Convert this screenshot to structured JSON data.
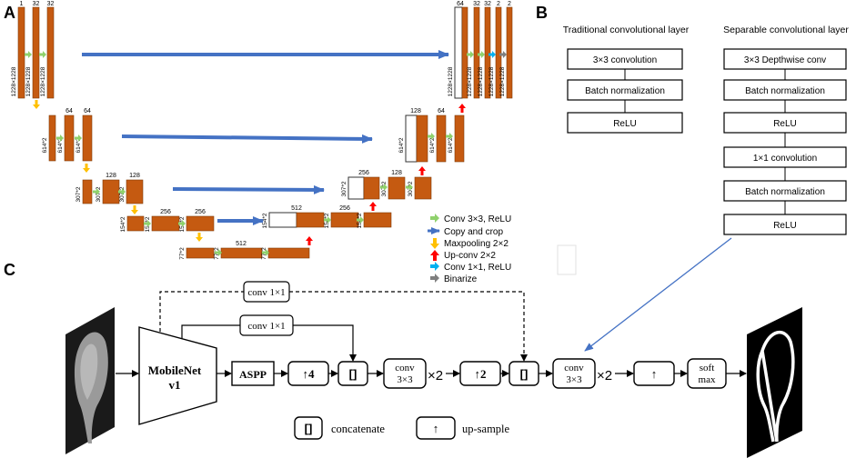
{
  "panels": {
    "a": "A",
    "b": "B",
    "c": "C"
  },
  "colors": {
    "block": "#C55A11",
    "block_edge": "#7F3A08",
    "blue_arrow": "#4472C4",
    "conv_arrow": "#8FD16C",
    "pool_arrow": "#FFC000",
    "up_arrow": "#FF0000",
    "conv1_arrow": "#00B0F0",
    "binarize_arrow": "#7F7F7F"
  },
  "unet": {
    "level1": {
      "top_labels": [
        "1",
        "32",
        "32"
      ],
      "sizes": [
        "1228×1228",
        "1228×1228",
        "1228×1228"
      ]
    },
    "level2": {
      "top_labels": [
        "64",
        "64"
      ],
      "sizes": [
        "614^2",
        "614^2",
        "614^2"
      ]
    },
    "level3": {
      "top_labels": [
        "128",
        "128"
      ],
      "sizes": [
        "307^2",
        "307^2",
        "307^2"
      ]
    },
    "level4": {
      "top_labels": [
        "256",
        "256"
      ],
      "sizes": [
        "154^2",
        "154^2",
        "154^2"
      ]
    },
    "level5": {
      "top_labels": [
        "512"
      ],
      "sizes": [
        "77^2",
        "77^2",
        "77^2"
      ]
    },
    "up4": {
      "top_labels": [
        "512",
        "256"
      ],
      "sizes": [
        "154^2",
        "154^2",
        "154^2"
      ]
    },
    "up3": {
      "top_labels": [
        "256",
        "128"
      ],
      "sizes": [
        "307^2",
        "307^2",
        "307^2"
      ]
    },
    "up2": {
      "top_labels": [
        "128",
        "64"
      ],
      "sizes": [
        "614^2",
        "614^2",
        "614^2"
      ]
    },
    "up1": {
      "top_labels": [
        "64",
        "32",
        "32",
        "2",
        "2"
      ],
      "sizes": [
        "1228×1228",
        "1228×1228",
        "1228×1228",
        "1228×1228",
        "1228×1228"
      ]
    }
  },
  "legend": [
    {
      "label": "Conv 3×3, ReLU",
      "icon": "green-arrow"
    },
    {
      "label": "Copy and crop",
      "icon": "blue-arrow"
    },
    {
      "label": "Maxpooling 2×2",
      "icon": "yellow-down-arrow"
    },
    {
      "label": "Up-conv 2×2",
      "icon": "red-up-arrow"
    },
    {
      "label": "Conv 1×1, ReLU",
      "icon": "cyan-arrow"
    },
    {
      "label": "Binarize",
      "icon": "gray-arrow"
    }
  ],
  "traditional": {
    "title": "Traditional convolutional layer",
    "steps": [
      "3×3 convolution",
      "Batch normalization",
      "ReLU"
    ]
  },
  "separable": {
    "title": "Separable convolutional layer",
    "steps": [
      "3×3 Depthwise conv",
      "Batch normalization",
      "ReLU",
      "1×1 convolution",
      "Batch normalization",
      "ReLU"
    ]
  },
  "deeplab": {
    "mobilenet": [
      "MobileNet",
      "v1"
    ],
    "aspp": "ASPP",
    "up4": "↑4",
    "concat": "[]",
    "conv_a": [
      "conv",
      "3×3"
    ],
    "times2_a": "×2",
    "up2": "↑2",
    "conv_b": [
      "conv",
      "3×3"
    ],
    "times2_b": "×2",
    "up": "↑",
    "softmax": [
      "soft",
      "max"
    ],
    "skip_top": "conv 1×1",
    "skip_mid": "conv 1×1",
    "legend_concat_symbol": "[]",
    "legend_concat": "concatenate",
    "legend_up_symbol": "↑",
    "legend_up": "up-sample"
  }
}
